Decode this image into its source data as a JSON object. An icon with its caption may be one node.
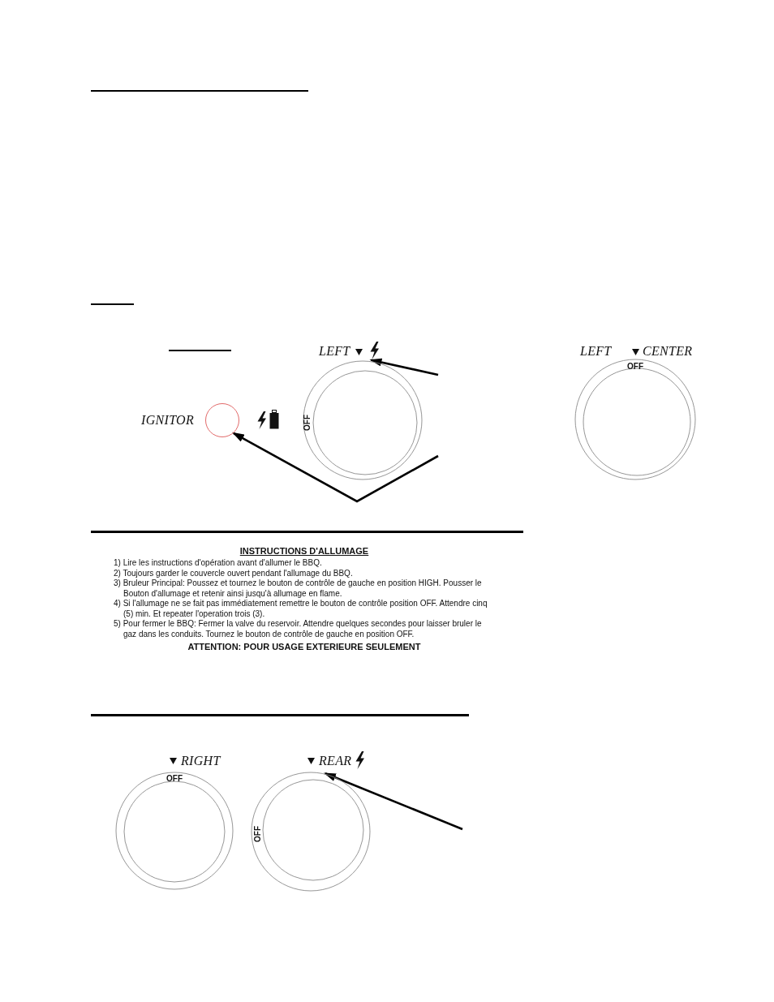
{
  "diagram": {
    "nodes": [
      {
        "text": [],
        "shape": "circle",
        "beside": [
          "IGNITOR"
        ]
      },
      {
        "text": [
          "LEFT",
          "OFF"
        ]
      },
      {
        "text": [
          "LEFT",
          "CENTER",
          "OFF"
        ]
      },
      {
        "text": [
          "RIGHT",
          "OFF"
        ]
      },
      {
        "text": [
          "REAR",
          "OFF"
        ]
      }
    ],
    "edges": [
      {
        "from": null,
        "to": 1,
        "arrow": "to"
      },
      {
        "from": null,
        "to": 0,
        "arrow": "to"
      },
      {
        "from": null,
        "to": 4,
        "arrow": "to"
      }
    ],
    "labels": [
      "INSTRUCTIONS D'ALLUMAGE",
      "1) Lire les instructions d'opération avant d'allumer le BBQ.",
      "2) Toujours garder le couvercle ouvert pendant l'allumage du BBQ.",
      "3) Bruleur Principal: Poussez et tournez le bouton de contrôle de gauche en position HIGH. Pousser le Bouton d'allumage et retenir ainsi jusqu'à allumage en flame.",
      "4) Si l'allumage ne se fait pas immédiatement remettre le bouton de contrôle position OFF. Attendre cinq (5) min. Et repeater l'operation trois (3).",
      "5) Pour fermer le BBQ: Fermer la valve du reservoir. Attendre quelques secondes pour laisser bruler le gaz dans les conduits. Tournez le bouton de contrôle de gauche en position OFF.",
      "ATTENTION: POUR USAGE EXTERIEURE SEULEMENT"
    ]
  }
}
